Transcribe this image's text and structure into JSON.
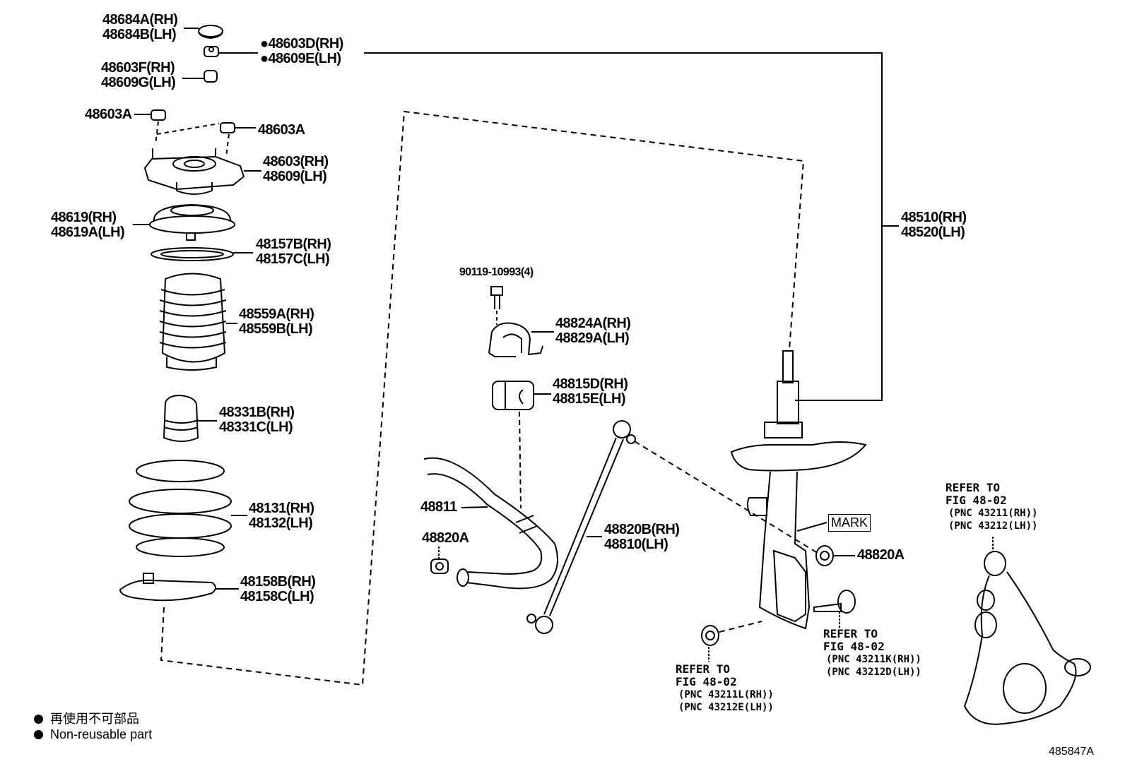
{
  "labels": {
    "cap": [
      "48684A(RH)",
      "48684B(LH)"
    ],
    "nut_top": [
      "●48603D(RH)",
      "●48609E(LH)"
    ],
    "collar": [
      "48603F(RH)",
      "48609G(LH)"
    ],
    "nut_a_left": "48603A",
    "nut_a_right": "48603A",
    "support": [
      "48603(RH)",
      "48609(LH)"
    ],
    "upper_seat": [
      "48619(RH)",
      "48619A(LH)"
    ],
    "insulator": [
      "48157B(RH)",
      "48157C(LH)"
    ],
    "boot": [
      "48559A(RH)",
      "48559B(LH)"
    ],
    "bumper": [
      "48331B(RH)",
      "48331C(LH)"
    ],
    "spring": [
      "48131(RH)",
      "48132(LH)"
    ],
    "lower_insulator": [
      "48158B(RH)",
      "48158C(LH)"
    ],
    "bolt": "90119-10993(4)",
    "bracket": [
      "48824A(RH)",
      "48829A(LH)"
    ],
    "bushing": [
      "48815D(RH)",
      "48815E(LH)"
    ],
    "stabilizer_bar": "48811",
    "nut_stab": "48820A",
    "link": [
      "48820B(RH)",
      "48810(LH)"
    ],
    "strut": [
      "48510(RH)",
      "48520(LH)"
    ],
    "nut_strut": "48820A",
    "mark": "MARK"
  },
  "references": {
    "bolt_ref": [
      "REFER TO",
      "FIG 48-02",
      "(PNC 43211K(RH))",
      "(PNC 43212D(LH))"
    ],
    "nut_ref": [
      "REFER TO",
      "FIG 48-02",
      "(PNC 43211L(RH))",
      "(PNC 43212E(LH))"
    ],
    "knuckle_ref": [
      "REFER TO",
      "FIG 48-02",
      "(PNC 43211(RH))",
      "(PNC 43212(LH))"
    ]
  },
  "legend": {
    "jp": "再使用不可部品",
    "en": "Non-reusable part",
    "symbol": "filled-circle"
  },
  "figure_code": "485847A"
}
